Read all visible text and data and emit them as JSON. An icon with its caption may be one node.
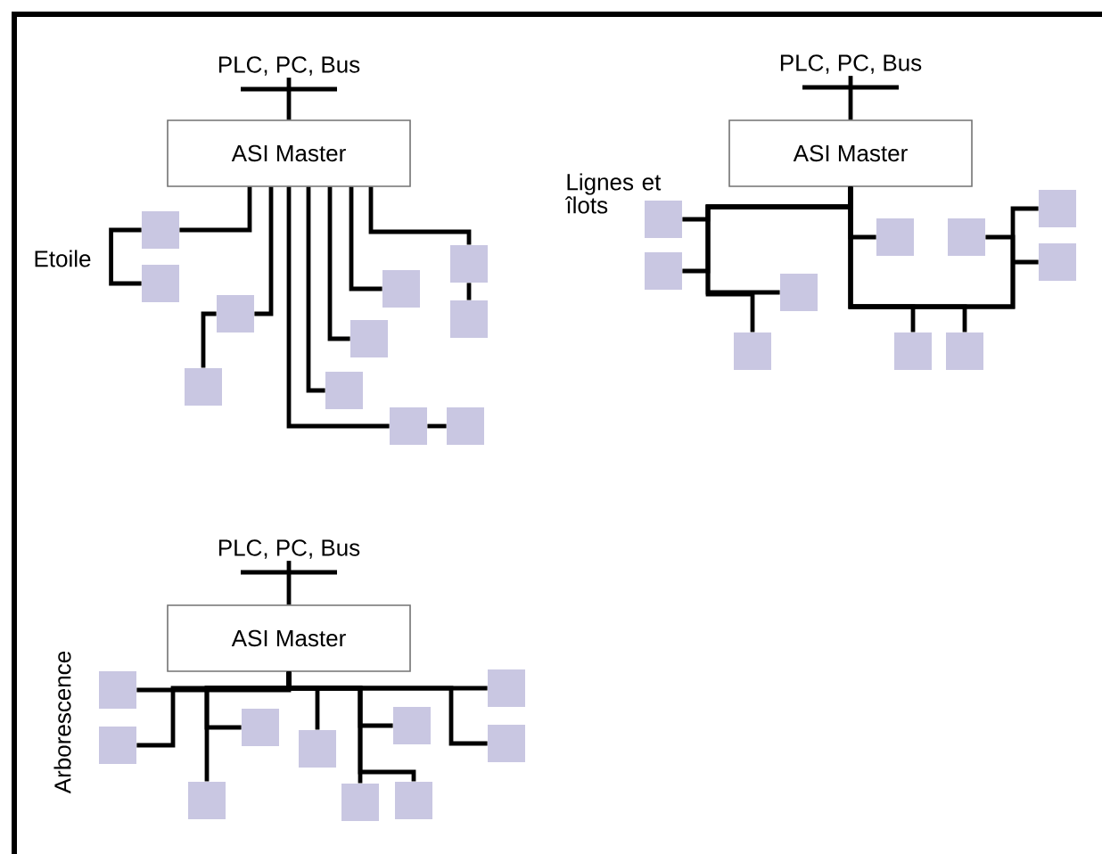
{
  "diagram": {
    "nodes": [
      {
        "text": [
          "PLC, PC, Bus"
        ]
      },
      {
        "text": [
          "ASI Master"
        ]
      },
      {
        "text": [],
        "shape": "box"
      },
      {
        "text": [],
        "shape": "box"
      },
      {
        "text": [],
        "shape": "box"
      },
      {
        "text": [],
        "shape": "box"
      },
      {
        "text": [],
        "shape": "box"
      },
      {
        "text": [],
        "shape": "box"
      },
      {
        "text": [],
        "shape": "box"
      },
      {
        "text": [],
        "shape": "box"
      },
      {
        "text": [],
        "shape": "box"
      },
      {
        "text": [],
        "shape": "box"
      },
      {
        "text": [],
        "shape": "box"
      },
      {
        "text": [
          "PLC, PC, Bus"
        ]
      },
      {
        "text": [
          "ASI Master"
        ]
      },
      {
        "text": [],
        "shape": "box"
      },
      {
        "text": [],
        "shape": "box"
      },
      {
        "text": [],
        "shape": "box"
      },
      {
        "text": [],
        "shape": "box"
      },
      {
        "text": [],
        "shape": "box"
      },
      {
        "text": [],
        "shape": "box"
      },
      {
        "text": [],
        "shape": "box"
      },
      {
        "text": [],
        "shape": "box"
      },
      {
        "text": [],
        "shape": "box"
      },
      {
        "text": [],
        "shape": "box"
      },
      {
        "text": [
          "PLC, PC, Bus"
        ]
      },
      {
        "text": [
          "ASI Master"
        ]
      },
      {
        "text": [],
        "shape": "box"
      },
      {
        "text": [],
        "shape": "box"
      },
      {
        "text": [],
        "shape": "box"
      },
      {
        "text": [],
        "shape": "box"
      },
      {
        "text": [],
        "shape": "box"
      },
      {
        "text": [],
        "shape": "box"
      },
      {
        "text": [],
        "shape": "box"
      },
      {
        "text": [],
        "shape": "box"
      },
      {
        "text": [],
        "shape": "box"
      },
      {
        "text": [],
        "shape": "box"
      }
    ],
    "edges": [
      {
        "from": 0,
        "to": 1,
        "arrow": "none"
      },
      {
        "from": 1,
        "to": 2,
        "arrow": "none"
      },
      {
        "from": 2,
        "to": 3,
        "arrow": "none"
      },
      {
        "from": 1,
        "to": 4,
        "arrow": "none"
      },
      {
        "from": 4,
        "to": 5,
        "arrow": "none"
      },
      {
        "from": 1,
        "to": 6,
        "arrow": "none"
      },
      {
        "from": 6,
        "to": 7,
        "arrow": "none"
      },
      {
        "from": 1,
        "to": 8,
        "arrow": "none"
      },
      {
        "from": 1,
        "to": 9,
        "arrow": "none"
      },
      {
        "from": 1,
        "to": 10,
        "arrow": "none"
      },
      {
        "from": 1,
        "to": 11,
        "arrow": "none"
      },
      {
        "from": 11,
        "to": 12,
        "arrow": "none"
      },
      {
        "from": 13,
        "to": 14,
        "arrow": "none"
      },
      {
        "from": 14,
        "to": 15,
        "arrow": "none"
      },
      {
        "from": 14,
        "to": 16,
        "arrow": "none"
      },
      {
        "from": 14,
        "to": 21,
        "arrow": "none"
      },
      {
        "from": 14,
        "to": 22,
        "arrow": "none"
      },
      {
        "from": 14,
        "to": 17,
        "arrow": "none"
      },
      {
        "from": 14,
        "to": 23,
        "arrow": "none"
      },
      {
        "from": 14,
        "to": 24,
        "arrow": "none"
      },
      {
        "from": 14,
        "to": 19,
        "arrow": "none"
      },
      {
        "from": 14,
        "to": 20,
        "arrow": "none"
      },
      {
        "from": 14,
        "to": 18,
        "arrow": "none"
      },
      {
        "from": 25,
        "to": 26,
        "arrow": "none"
      },
      {
        "from": 26,
        "to": 27,
        "arrow": "none"
      },
      {
        "from": 26,
        "to": 28,
        "arrow": "none"
      },
      {
        "from": 26,
        "to": 29,
        "arrow": "none"
      },
      {
        "from": 26,
        "to": 34,
        "arrow": "none"
      },
      {
        "from": 26,
        "to": 30,
        "arrow": "none"
      },
      {
        "from": 26,
        "to": 31,
        "arrow": "none"
      },
      {
        "from": 26,
        "to": 35,
        "arrow": "none"
      },
      {
        "from": 26,
        "to": 32,
        "arrow": "none"
      },
      {
        "from": 26,
        "to": 36,
        "arrow": "none"
      },
      {
        "from": 26,
        "to": 33,
        "arrow": "none"
      }
    ],
    "labels": [
      "Etoile",
      "Lignes et îlots",
      "Arborescence"
    ]
  }
}
